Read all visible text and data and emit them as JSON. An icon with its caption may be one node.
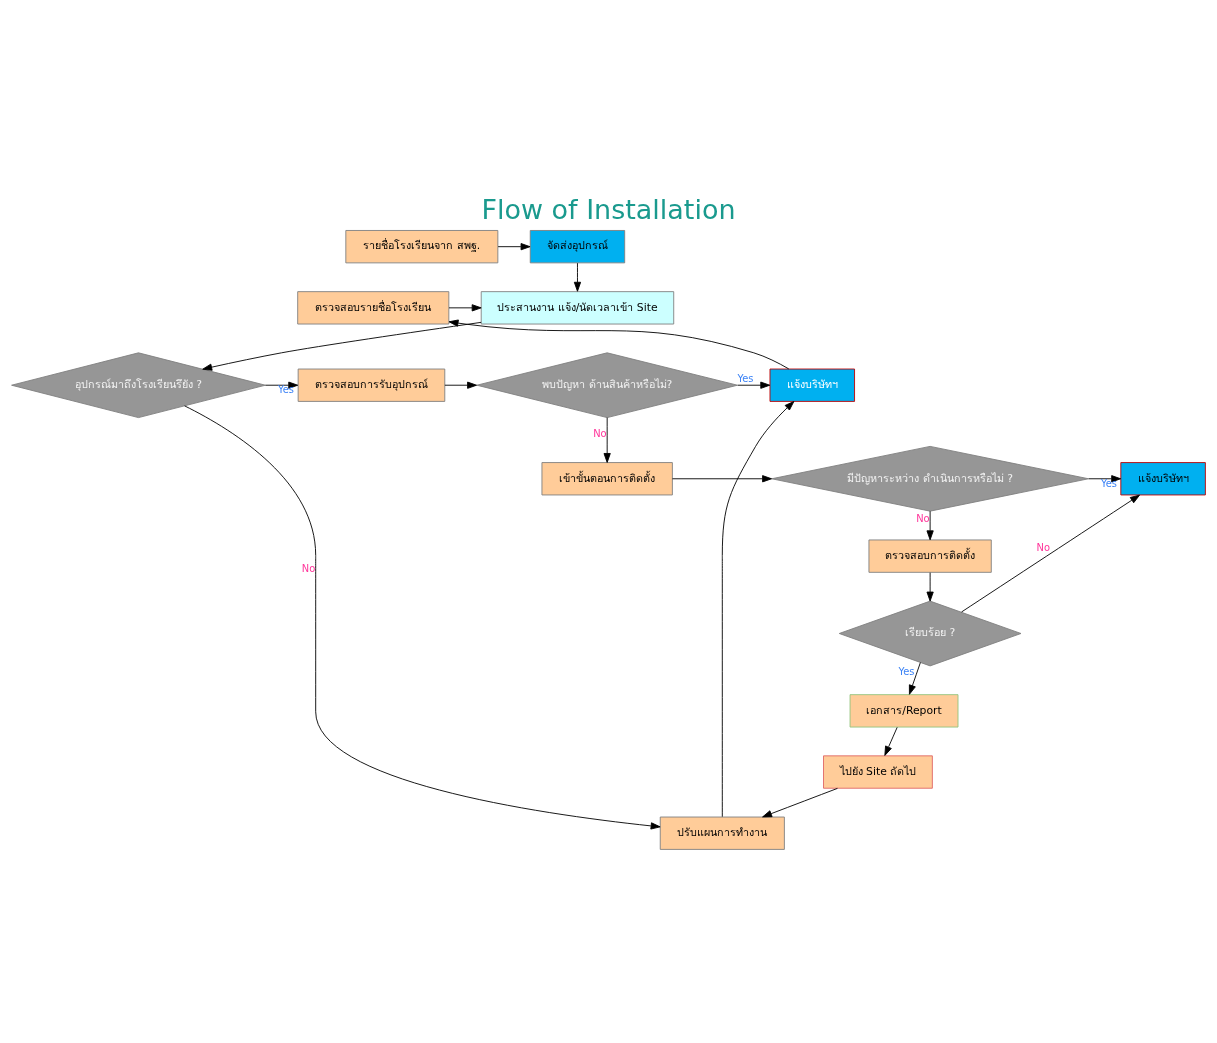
{
  "diagram": {
    "title": "Flow of Installation",
    "nodes": [
      {
        "text": [
          "รายชื่อโรงเรียนจาก สพฐ."
        ]
      },
      {
        "text": [
          "จัดส่งอุปกรณ์"
        ]
      },
      {
        "text": [
          "ประสานงาน แจ้ง/นัดเวลาเข้า Site"
        ]
      },
      {
        "text": [
          "อุปกรณ์มาถึงโรงเรียนรึยัง ?"
        ]
      },
      {
        "text": [
          "ตรวจสอบการรับอุปกรณ์"
        ]
      },
      {
        "text": [
          "พบปัญหา ด้านสินค้าหรือไม่?"
        ]
      },
      {
        "text": [
          "แจ้งบริษัทฯ"
        ]
      },
      {
        "text": [
          "ตรวจสอบรายชื่อโรงเรียน"
        ]
      },
      {
        "text": [
          "เข้าขั้นตอนการติดตั้ง"
        ]
      },
      {
        "text": [
          "มีปัญหาระหว่าง ดำเนินการหรือไม่ ?"
        ]
      },
      {
        "text": [
          "แจ้งบริษัทฯ"
        ]
      },
      {
        "text": [
          "ตรวจสอบการติดตั้ง"
        ]
      },
      {
        "text": [
          "เรียบร้อย ?"
        ]
      },
      {
        "text": [
          "เอกสาร/Report"
        ]
      },
      {
        "text": [
          "ไปยัง Site ถัดไป"
        ]
      },
      {
        "text": [
          "ปรับแผนการทำงาน"
        ]
      }
    ],
    "edges": [
      {
        "from": 0,
        "to": 1,
        "arrow": "to"
      },
      {
        "from": 1,
        "to": 2,
        "arrow": "to"
      },
      {
        "from": 2,
        "to": 3,
        "arrow": "to"
      },
      {
        "from": 3,
        "to": 4,
        "arrow": "to",
        "label": "Yes"
      },
      {
        "from": 3,
        "to": 15,
        "arrow": "to",
        "label": "No"
      },
      {
        "from": 4,
        "to": 5,
        "arrow": "to"
      },
      {
        "from": 5,
        "to": 6,
        "arrow": "to",
        "label": "Yes"
      },
      {
        "from": 5,
        "to": 8,
        "arrow": "to",
        "label": "No"
      },
      {
        "from": 6,
        "to": 7,
        "arrow": "to"
      },
      {
        "from": 7,
        "to": 2,
        "arrow": "to"
      },
      {
        "from": 8,
        "to": 9,
        "arrow": "to"
      },
      {
        "from": 9,
        "to": 10,
        "arrow": "to",
        "label": "Yes"
      },
      {
        "from": 9,
        "to": 11,
        "arrow": "to",
        "label": "No"
      },
      {
        "from": 11,
        "to": 12,
        "arrow": "to"
      },
      {
        "from": 12,
        "to": 10,
        "arrow": "to",
        "label": "No"
      },
      {
        "from": 12,
        "to": 13,
        "arrow": "to",
        "label": "Yes"
      },
      {
        "from": 13,
        "to": 14,
        "arrow": "to"
      },
      {
        "from": 14,
        "to": 15,
        "arrow": "to"
      },
      {
        "from": 15,
        "to": 6,
        "arrow": "to"
      }
    ]
  }
}
